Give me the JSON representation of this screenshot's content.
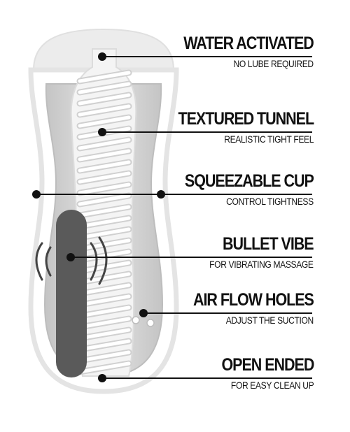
{
  "callouts": [
    {
      "title": "WATER ACTIVATED",
      "subtitle": "NO LUBE REQUIRED"
    },
    {
      "title": "TEXTURED TUNNEL",
      "subtitle": "REALISTIC TIGHT FEEL"
    },
    {
      "title": "SQUEEZABLE CUP",
      "subtitle": "CONTROL TIGHTNESS"
    },
    {
      "title": "BULLET VIBE",
      "subtitle": "FOR VIBRATING MASSAGE"
    },
    {
      "title": "AIR FLOW HOLES",
      "subtitle": "ADJUST THE SUCTION"
    },
    {
      "title": "OPEN ENDED",
      "subtitle": "FOR EASY CLEAN UP"
    }
  ],
  "colors": {
    "outline": "#e6e6e6",
    "inner_fill": "#d2d2d2",
    "sleeve": "#f7f7f7",
    "bullet": "#5a5a5a",
    "line": "#111111"
  }
}
